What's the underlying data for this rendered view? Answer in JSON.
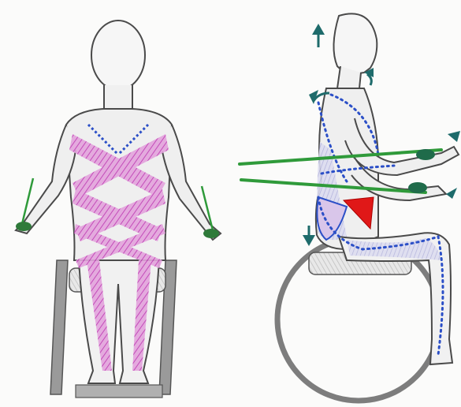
{
  "colors": {
    "outline": "#4a4a4a",
    "skin_shade": "#d9d9d9",
    "magenta": "#c03ab4",
    "magenta_light": "#e6a6e0",
    "blue_dotted": "#2b4fc7",
    "green_band": "#2f9a3a",
    "dark_green": "#1f6b4a",
    "teal_arrow": "#1e6b6b",
    "red_patch": "#e01818",
    "chair_gray": "#8a8a8a",
    "ball_gray": "#7d7d7d"
  },
  "figures": [
    {
      "id": "front-seated-figure",
      "view": "front"
    },
    {
      "id": "side-seated-figure",
      "view": "side"
    }
  ]
}
